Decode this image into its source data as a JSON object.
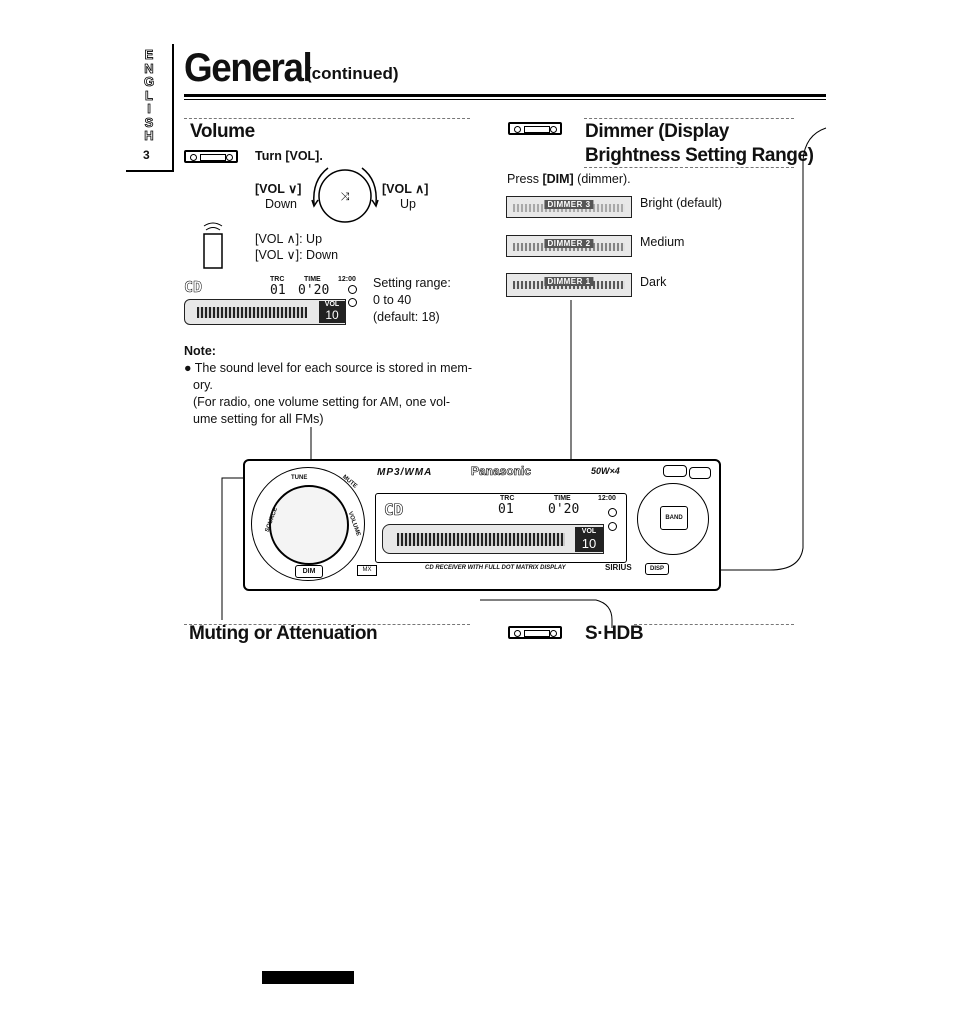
{
  "sidebar": {
    "language_letters": [
      "E",
      "N",
      "G",
      "L",
      "I",
      "S",
      "H"
    ],
    "page_number": "3"
  },
  "header": {
    "title": "General",
    "subtitle": "(continued)"
  },
  "volume": {
    "heading": "Volume",
    "turn_instruction": "Turn [VOL].",
    "vol_down_label": "[VOL ∨]",
    "vol_down_word": "Down",
    "vol_up_label": "[VOL ∧]",
    "vol_up_word": "Up",
    "remote_up": "[VOL ∧]: Up",
    "remote_down": "[VOL ∨]: Down",
    "display": {
      "source": "CD",
      "track_label": "TRC",
      "track": "01",
      "time_label": "TIME",
      "time": "0'20",
      "clock": "12:00",
      "vol_label": "VOL",
      "vol_value": "10"
    },
    "range_line1": "Setting range:",
    "range_line2": "0 to 40",
    "range_line3": "(default: 18)",
    "note_heading": "Note:",
    "note_line1": "● The sound level for each source is stored in mem-",
    "note_line2": "ory.",
    "note_line3": "(For radio, one volume setting for AM, one vol-",
    "note_line4": "ume setting for all FMs)"
  },
  "dimmer": {
    "heading_line1": "Dimmer (Display",
    "heading_line2": "Brightness Setting Range)",
    "press_prefix": "Press ",
    "press_key": "[DIM]",
    "press_suffix": " (dimmer).",
    "levels": [
      {
        "lcd": "DIMMER 3",
        "label": "Bright (default)"
      },
      {
        "lcd": "DIMMER 2",
        "label": "Medium"
      },
      {
        "lcd": "DIMMER 1",
        "label": "Dark"
      }
    ]
  },
  "panel": {
    "format_logo": "MP3/WMA",
    "brand": "Panasonic",
    "power": "50W×4",
    "source": "CD",
    "track_label": "TRC",
    "track": "01",
    "time_label": "TIME",
    "time": "0'20",
    "clock": "12:00",
    "vol_label": "VOL",
    "vol_value": "10",
    "dim_button": "DIM",
    "disp_button": "DISP",
    "mx_logo": "MX",
    "sirius": "SIRIUS",
    "receiver_text": "CD RECEIVER WITH FULL DOT MATRIX DISPLAY",
    "band_label": "BAND",
    "knob_labels": [
      "SOURCE",
      "TUNE",
      "VOLUME",
      "MUTE"
    ]
  },
  "bottom": {
    "muting_heading": "Muting or Attenuation",
    "shdb_heading": "S·HDB"
  }
}
